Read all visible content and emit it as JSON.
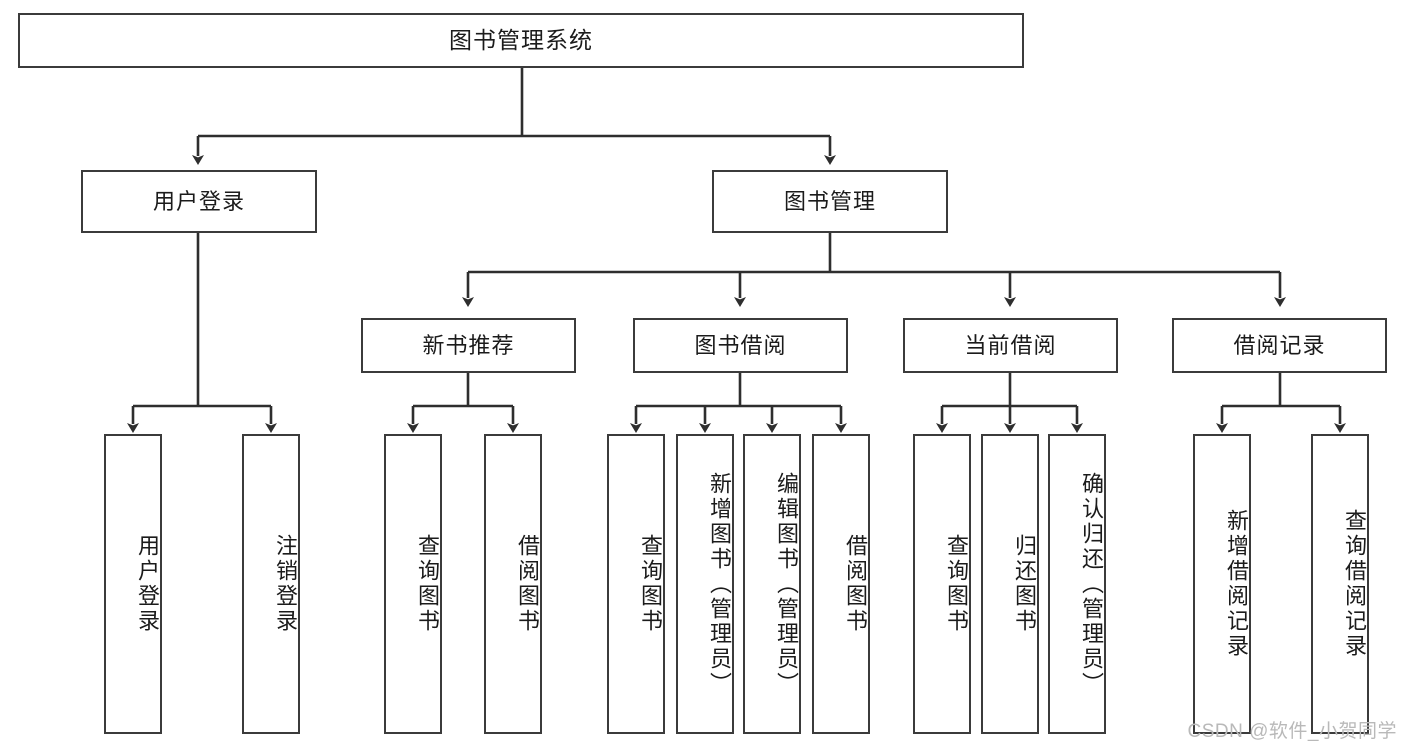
{
  "diagram": {
    "title": "图书管理系统",
    "type": "tree-hierarchy-chart",
    "watermark": "CSDN @软件_小贺同学",
    "stroke_color": "#3b3b3b",
    "text_color": "#1b1b1b",
    "background": "#ffffff"
  },
  "nodes": {
    "root": {
      "label": "图书管理系统"
    },
    "level2": [
      {
        "label": "用户登录"
      },
      {
        "label": "图书管理"
      }
    ],
    "level3": [
      {
        "label": "新书推荐"
      },
      {
        "label": "图书借阅"
      },
      {
        "label": "当前借阅"
      },
      {
        "label": "借阅记录"
      }
    ],
    "leaves": {
      "user_login": [
        {
          "label": "用户登录"
        },
        {
          "label": "注销登录"
        }
      ],
      "new_book_recommend": [
        {
          "label": "查询图书"
        },
        {
          "label": "借阅图书"
        }
      ],
      "book_borrow": [
        {
          "label": "查询图书"
        },
        {
          "label": "新增图书（管理员）"
        },
        {
          "label": "编辑图书（管理员）"
        },
        {
          "label": "借阅图书"
        }
      ],
      "current_borrow": [
        {
          "label": "查询图书"
        },
        {
          "label": "归还图书"
        },
        {
          "label": "确认归还（管理员）"
        }
      ],
      "borrow_record": [
        {
          "label": "新增借阅记录"
        },
        {
          "label": "查询借阅记录"
        }
      ]
    }
  }
}
